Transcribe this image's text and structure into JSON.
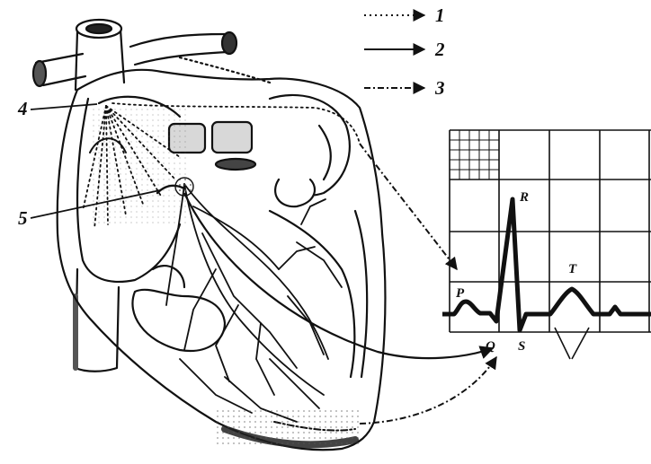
{
  "legend": [
    {
      "number": "1",
      "line_style": "dotted"
    },
    {
      "number": "2",
      "line_style": "solid"
    },
    {
      "number": "3",
      "line_style": "dash-dot"
    }
  ],
  "structure_labels": [
    "4",
    "5"
  ],
  "ecg": {
    "wave_labels": {
      "P": "P",
      "Q": "Q",
      "R": "R",
      "S": "S",
      "T": "T"
    }
  },
  "colors": {
    "ink": "#111111",
    "paper": "#ffffff",
    "shade": "#8a8a8a"
  }
}
